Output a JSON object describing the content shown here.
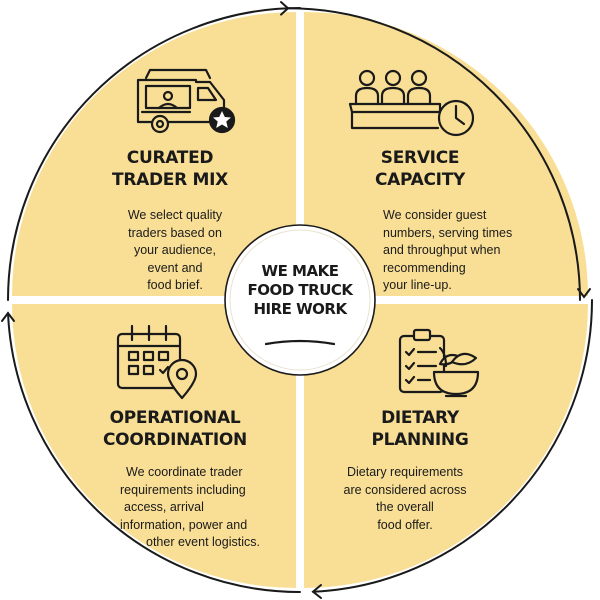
{
  "center": {
    "lines": [
      "WE MAKE",
      "FOOD TRUCK",
      "HIRE WORK"
    ]
  },
  "quadrants": [
    {
      "title_lines": [
        "CURATED",
        "TRADER MIX"
      ],
      "body_lines": [
        "We select quality",
        "traders based on",
        "your audience,",
        "event and",
        "food brief."
      ],
      "icon": "food-truck-icon"
    },
    {
      "title_lines": [
        "SERVICE",
        "CAPACITY"
      ],
      "body_lines": [
        "We consider guest",
        "numbers, serving times",
        "and throughput when",
        "recommending",
        "your line-up."
      ],
      "icon": "service-queue-clock-icon"
    },
    {
      "title_lines": [
        "OPERATIONAL",
        "COORDINATION"
      ],
      "body_lines": [
        "We coordinate trader",
        "requirements including",
        "access, arrival",
        "information, power and",
        "other event logistics."
      ],
      "icon": "calendar-location-icon"
    },
    {
      "title_lines": [
        "DIETARY",
        "PLANNING"
      ],
      "body_lines": [
        "Dietary requirements",
        "are considered across",
        "the overall",
        "food offer."
      ],
      "icon": "checklist-bowl-icon"
    }
  ],
  "colors": {
    "quadrant_fill": "#f9df96",
    "center_fill": "#ffffff",
    "line": "#1a1a1a"
  }
}
